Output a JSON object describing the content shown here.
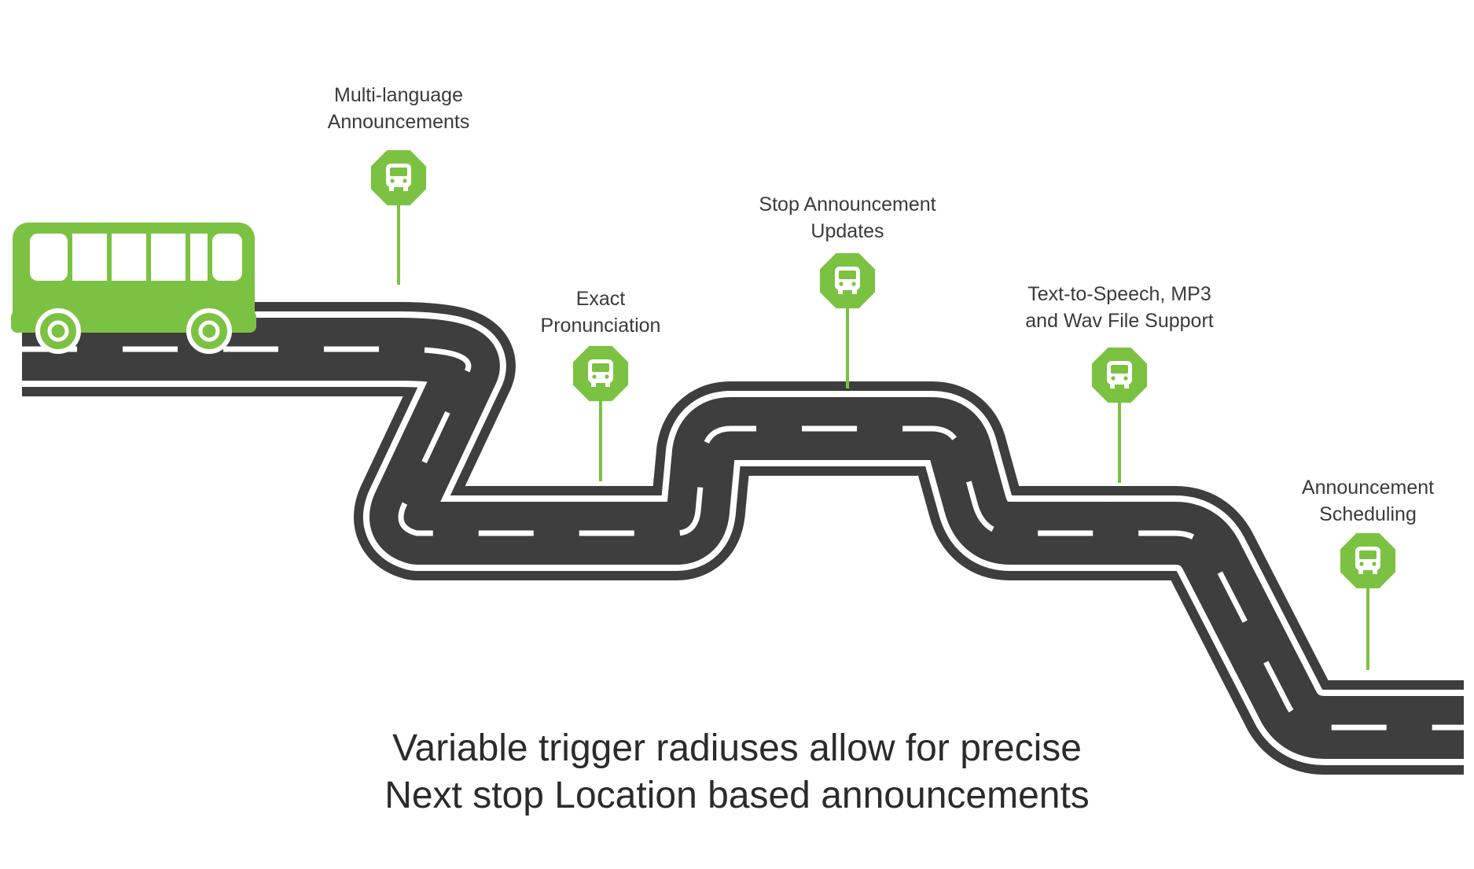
{
  "colors": {
    "accent": "#7cc242",
    "road": "#3e3e3e",
    "road_edge": "#ffffff",
    "text": "#3a3a3a"
  },
  "milestones": [
    {
      "lines": [
        "Multi-language",
        "Announcements"
      ],
      "icon": "bus-stop-icon"
    },
    {
      "lines": [
        "Exact",
        "Pronunciation"
      ],
      "icon": "bus-stop-icon"
    },
    {
      "lines": [
        "Stop Announcement",
        "Updates"
      ],
      "icon": "bus-stop-icon"
    },
    {
      "lines": [
        "Text-to-Speech, MP3",
        "and Wav File Support"
      ],
      "icon": "bus-stop-icon"
    },
    {
      "lines": [
        "Announcement",
        "Scheduling"
      ],
      "icon": "bus-stop-icon"
    }
  ],
  "caption": {
    "line1": "Variable trigger radiuses allow for precise",
    "line2": "Next stop Location based announcements"
  },
  "vehicle_icon": "bus-icon"
}
